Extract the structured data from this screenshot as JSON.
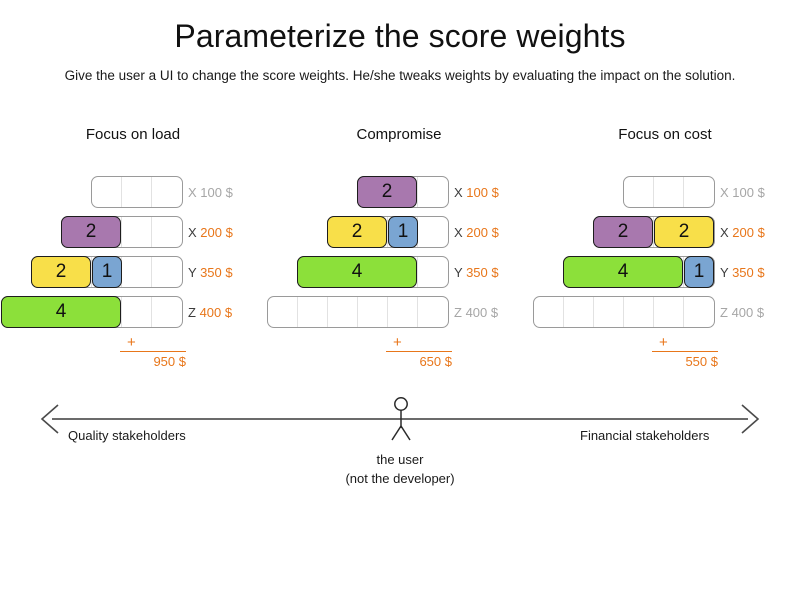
{
  "header": {
    "title": "Parameterize the score weights",
    "subtitle": "Give the user a UI to change the score weights. He/she tweaks weights by evaluating the impact on the solution."
  },
  "palette": {
    "purple": "#A878AE",
    "yellow": "#F8DF49",
    "blue": "#7AA5D2",
    "green": "#8CE03A",
    "accent_orange": "#E8761A",
    "muted_gray": "#a6a6a6",
    "bar_border": "#9a9a9a",
    "block_border": "#1d1d1d"
  },
  "columns": [
    {
      "title": "Focus on load",
      "rows": [
        {
          "key": "X",
          "cost": "100 $",
          "muted": true,
          "cells": 3,
          "blocks": []
        },
        {
          "key": "X",
          "cost": "200 $",
          "muted": false,
          "cells": 4,
          "blocks": [
            {
              "value": "2",
              "span": 2,
              "color": "#A878AE"
            }
          ]
        },
        {
          "key": "Y",
          "cost": "350 $",
          "muted": false,
          "cells": 5,
          "blocks": [
            {
              "value": "2",
              "span": 2,
              "color": "#F8DF49"
            },
            {
              "value": "1",
              "span": 1,
              "color": "#7AA5D2"
            }
          ]
        },
        {
          "key": "Z",
          "cost": "400 $",
          "muted": false,
          "cells": 6,
          "blocks": [
            {
              "value": "4",
              "span": 4,
              "color": "#8CE03A"
            }
          ]
        }
      ],
      "plus": "+",
      "total": "950 $"
    },
    {
      "title": "Compromise",
      "rows": [
        {
          "key": "X",
          "cost": "100 $",
          "muted": false,
          "cells": 3,
          "blocks": [
            {
              "value": "2",
              "span": 2,
              "color": "#A878AE"
            }
          ]
        },
        {
          "key": "X",
          "cost": "200 $",
          "muted": false,
          "cells": 4,
          "blocks": [
            {
              "value": "2",
              "span": 2,
              "color": "#F8DF49"
            },
            {
              "value": "1",
              "span": 1,
              "color": "#7AA5D2"
            }
          ]
        },
        {
          "key": "Y",
          "cost": "350 $",
          "muted": false,
          "cells": 5,
          "blocks": [
            {
              "value": "4",
              "span": 4,
              "color": "#8CE03A"
            }
          ]
        },
        {
          "key": "Z",
          "cost": "400 $",
          "muted": true,
          "cells": 6,
          "blocks": []
        }
      ],
      "plus": "+",
      "total": "650 $"
    },
    {
      "title": "Focus on cost",
      "rows": [
        {
          "key": "X",
          "cost": "100 $",
          "muted": true,
          "cells": 3,
          "blocks": []
        },
        {
          "key": "X",
          "cost": "200 $",
          "muted": false,
          "cells": 4,
          "blocks": [
            {
              "value": "2",
              "span": 2,
              "color": "#A878AE"
            },
            {
              "value": "2",
              "span": 2,
              "color": "#F8DF49"
            }
          ]
        },
        {
          "key": "Y",
          "cost": "350 $",
          "muted": false,
          "cells": 5,
          "blocks": [
            {
              "value": "4",
              "span": 4,
              "color": "#8CE03A"
            },
            {
              "value": "1",
              "span": 1,
              "color": "#7AA5D2"
            }
          ]
        },
        {
          "key": "Z",
          "cost": "400 $",
          "muted": true,
          "cells": 6,
          "blocks": []
        }
      ],
      "plus": "+",
      "total": "550 $"
    }
  ],
  "axis": {
    "left_label": "Quality stakeholders",
    "right_label": "Financial stakeholders",
    "figure_caption_line1": "the user",
    "figure_caption_line2": "(not the developer)"
  }
}
